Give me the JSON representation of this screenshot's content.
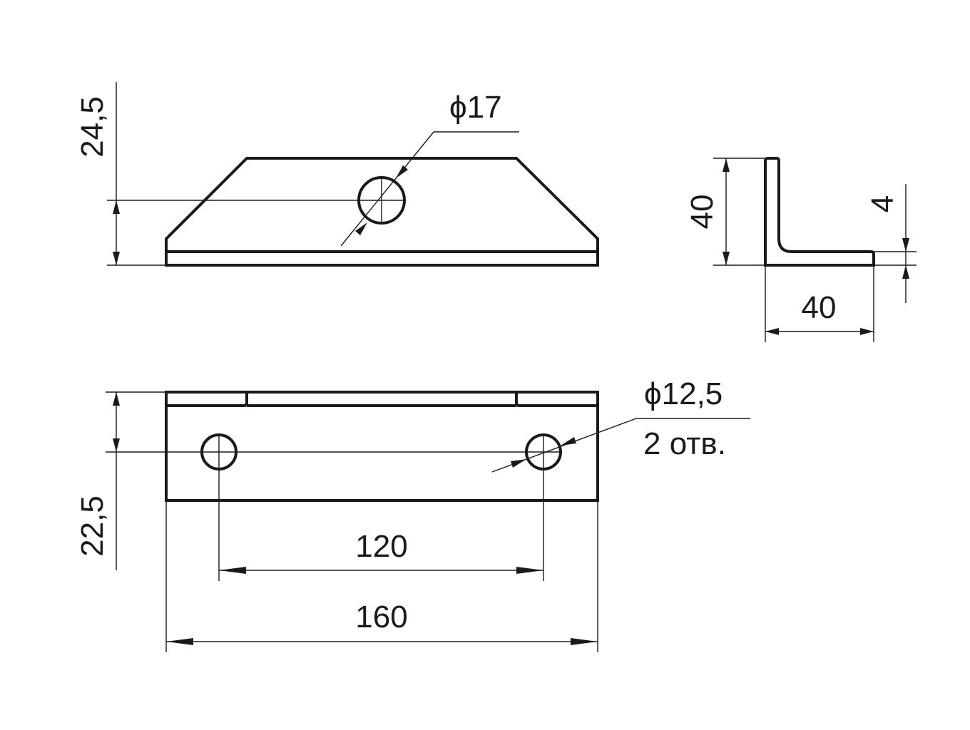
{
  "front_view": {
    "height_dim": "24,5",
    "hole_dim": "ϕ17"
  },
  "side_view": {
    "height_dim": "40",
    "width_dim": "40",
    "thickness_dim": "4"
  },
  "top_view": {
    "hole_dim": "ϕ12,5",
    "hole_note": "2 отв.",
    "hole_offset_dim": "22,5",
    "hole_spacing_dim": "120",
    "overall_length_dim": "160"
  },
  "colors": {
    "line": "#1a1a1a",
    "background": "#ffffff"
  }
}
